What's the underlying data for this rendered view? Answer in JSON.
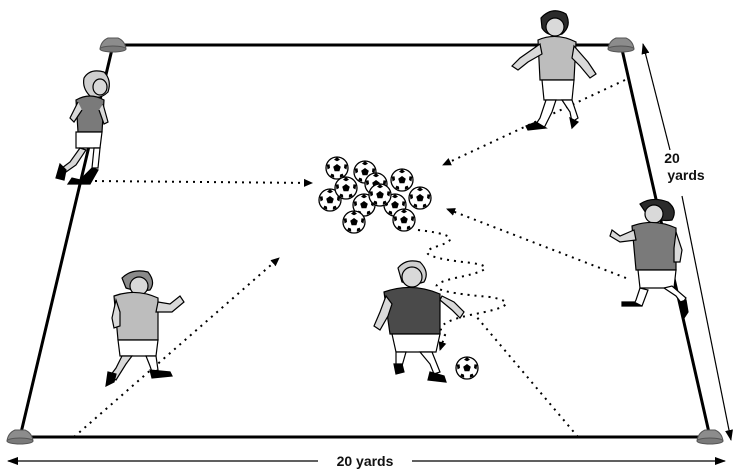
{
  "diagram": {
    "width_label": "20 yards",
    "height_label_line1": "20",
    "height_label_line2": "yards",
    "ball_pile_count": 12,
    "players": [
      {
        "id": "top-left",
        "shirt": "gray"
      },
      {
        "id": "top-right",
        "shirt": "light"
      },
      {
        "id": "right",
        "shirt": "gray"
      },
      {
        "id": "bottom-left",
        "shirt": "light"
      },
      {
        "id": "center-dribbler",
        "shirt": "dark"
      }
    ],
    "colors": {
      "field_line": "#000000",
      "cone": "#8c8c8c",
      "shirt_dark": "#4a4a4a",
      "shirt_gray": "#7a7a7a",
      "shirt_light": "#bdbdbd",
      "skin": "#d9d9d9",
      "hair_dark": "#2b2b2b",
      "hair_light": "#cfcfcf",
      "shorts": "#ffffff"
    }
  }
}
